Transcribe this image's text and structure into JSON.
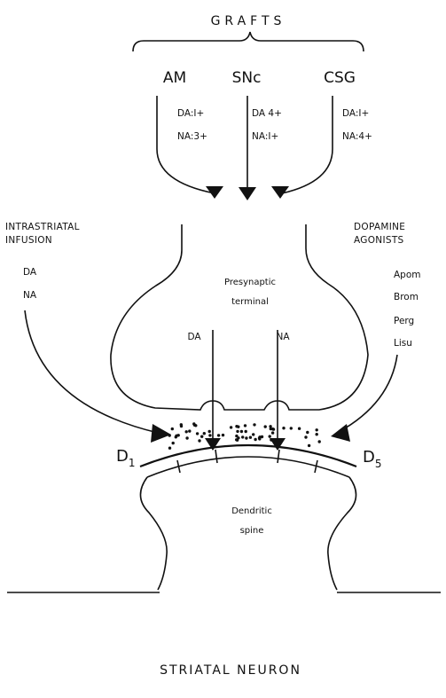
{
  "title": "GRAFTS",
  "grafts": [
    {
      "name": "AM",
      "line1": "DA:I+",
      "line2": "NA:3+"
    },
    {
      "name": "SNc",
      "line1": "DA 4+",
      "line2": "NA:I+"
    },
    {
      "name": "CSG",
      "line1": "DA:I+",
      "line2": "NA:4+"
    }
  ],
  "left": {
    "title1": "INTRASTRIATAL",
    "title2": "INFUSION",
    "items": [
      "DA",
      "NA"
    ]
  },
  "right": {
    "title1": "DOPAMINE",
    "title2": "AGONISTS",
    "items": [
      "Apom",
      "Brom",
      "Perg",
      "Lisu"
    ]
  },
  "terminal": {
    "line1": "Presynaptic",
    "line2": "terminal",
    "da": "DA",
    "na": "NA"
  },
  "receptors": {
    "d1_main": "D",
    "d1_sub": "1",
    "d5_main": "D",
    "d5_sub": "5"
  },
  "spine": {
    "line1": "Dendritic",
    "line2": "spine"
  },
  "footer": "STRIATAL   NEURON"
}
